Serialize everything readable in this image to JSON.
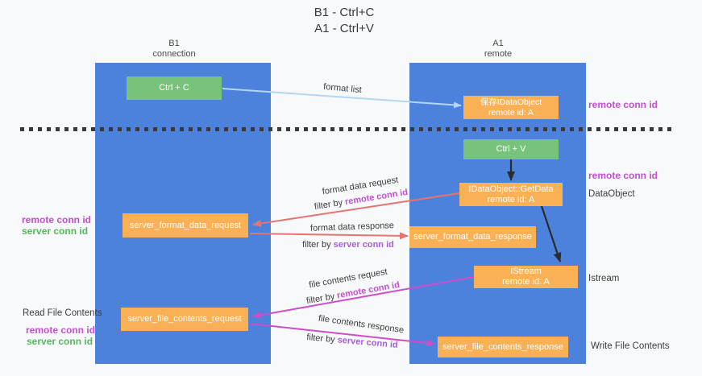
{
  "title": {
    "line1": "B1 - Ctrl+C",
    "line2": "A1 - Ctrl+V"
  },
  "lanes": {
    "left": {
      "name": "B1",
      "role": "connection"
    },
    "right": {
      "name": "A1",
      "role": "remote"
    }
  },
  "nodes": {
    "ctrl_c": {
      "label": "Ctrl + C"
    },
    "save_dataobject": {
      "line1": "保存IDataObject",
      "line2": "remote id: A"
    },
    "ctrl_v": {
      "label": "Ctrl + V"
    },
    "getdata": {
      "line1": "IDataObject::GetData",
      "line2": "remote id: A"
    },
    "server_format_data_request": {
      "label": "server_format_data_request"
    },
    "server_format_data_response": {
      "label": "server_format_data_response"
    },
    "istream": {
      "line1": "IStream",
      "line2": "remote id: A"
    },
    "server_file_contents_request": {
      "label": "server_file_contents_request"
    },
    "server_file_contents_response": {
      "label": "server_file_contents_response"
    }
  },
  "edges": {
    "format_list": {
      "label": "format list"
    },
    "format_data_request": {
      "label": "format data request",
      "filter_prefix": "filter by ",
      "filter_key": "remote conn id"
    },
    "format_data_response": {
      "label": "format data response",
      "filter_prefix": "filter by ",
      "filter_key": "server conn id"
    },
    "file_contents_request": {
      "label": "file contents request",
      "filter_prefix": "filter by ",
      "filter_key": "remote conn id"
    },
    "file_contents_response": {
      "label": "file contents response",
      "filter_prefix": "filter by ",
      "filter_key": "server conn id"
    }
  },
  "annotations": {
    "remote_conn_id": "remote conn id",
    "server_conn_id": "server conn id",
    "dataobject": "DataObject",
    "istream": "Istream",
    "read_file_contents": "Read File Contents",
    "write_file_contents": "Write File Contents"
  },
  "colors": {
    "lane_blue": "#4c82dc",
    "green_box": "#77c37a",
    "orange_box": "#fab055",
    "salmon_arrow": "#e5736f",
    "magenta_arrow": "#cc4ec8",
    "light_blue_arrow": "#b3d7f2",
    "black_arrow": "#2b2b2b",
    "remote_conn_id_text": "#c250ce",
    "server_conn_id_green_text": "#55b85c",
    "server_conn_id_purple_text": "#a75fd6",
    "dashed_line": "#3a3a3a"
  }
}
